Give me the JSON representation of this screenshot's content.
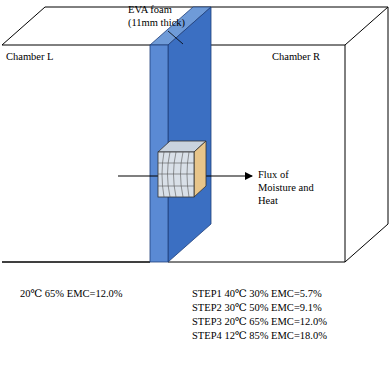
{
  "diagram": {
    "labels": [
      "EVA foam (11mm thick)",
      "Chamber L",
      "Chamber R",
      "Flux of Moisture and Heat",
      "20℃ 65% EMC=12.0%",
      "STEP1 40℃ 30% EMC=5.7%",
      "STEP2 30℃ 50% EMC=9.1%",
      "STEP3 20℃ 65% EMC=12.0%",
      "STEP4 12℃ 85% EMC=18.0%"
    ]
  }
}
